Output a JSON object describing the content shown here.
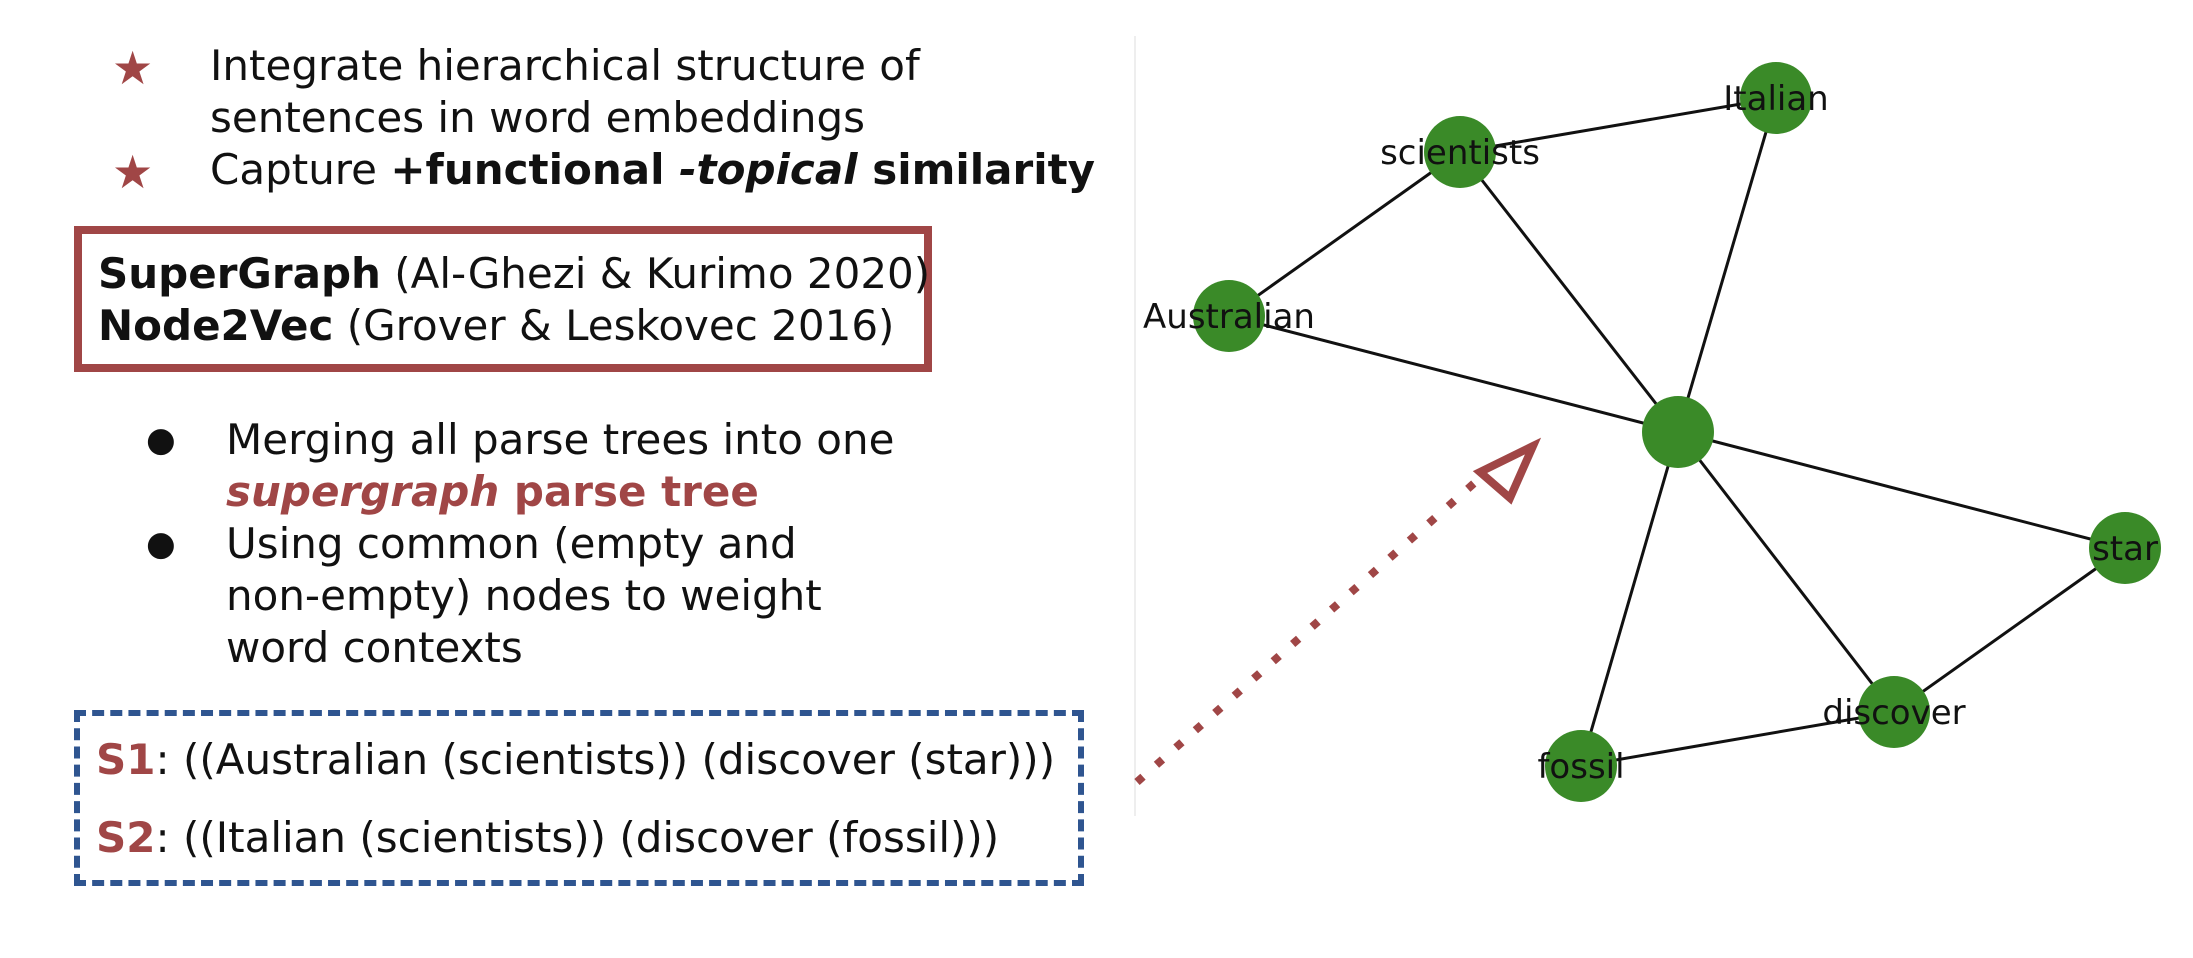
{
  "bullets_top": [
    {
      "lines": [
        "Integrate hierarchical structure of",
        "sentences in word embeddings"
      ]
    },
    {
      "prefix": "Capture ",
      "bold1": "+functional ",
      "bold_italic": "-topical",
      "bold2": " similarity"
    }
  ],
  "references": [
    {
      "name": "SuperGraph",
      "cite": " (Al-Ghezi & Kurimo 2020)"
    },
    {
      "name": "Node2Vec",
      "cite": " (Grover & Leskovec 2016)"
    }
  ],
  "bullets_mid": [
    {
      "line1": "Merging all parse trees into one",
      "emph_italic": "supergraph",
      "emph_rest": " parse tree"
    },
    {
      "lines": [
        "Using common (empty and",
        "non-empty) nodes to weight",
        "word contexts"
      ]
    }
  ],
  "sentences": [
    {
      "label": "S1",
      "text": ": ((Australian (scientists)) (discover (star)))"
    },
    {
      "label": "S2",
      "text": ": ((Italian (scientists)) (discover (fossil)))"
    }
  ],
  "graph": {
    "node_color": "#3a8a28",
    "edge_color": "#111111",
    "arrow_color": "#a04646",
    "nodes": [
      {
        "id": "scientists",
        "label": "scientists"
      },
      {
        "id": "italian",
        "label": "Italian"
      },
      {
        "id": "australian",
        "label": "Australian"
      },
      {
        "id": "center",
        "label": ""
      },
      {
        "id": "star",
        "label": "star"
      },
      {
        "id": "discover",
        "label": "discover"
      },
      {
        "id": "fossil",
        "label": "fossil"
      }
    ],
    "edges": [
      [
        "scientists",
        "italian"
      ],
      [
        "scientists",
        "australian"
      ],
      [
        "scientists",
        "center"
      ],
      [
        "italian",
        "center"
      ],
      [
        "australian",
        "center"
      ],
      [
        "center",
        "star"
      ],
      [
        "center",
        "discover"
      ],
      [
        "center",
        "fossil"
      ],
      [
        "discover",
        "star"
      ],
      [
        "discover",
        "fossil"
      ]
    ]
  }
}
